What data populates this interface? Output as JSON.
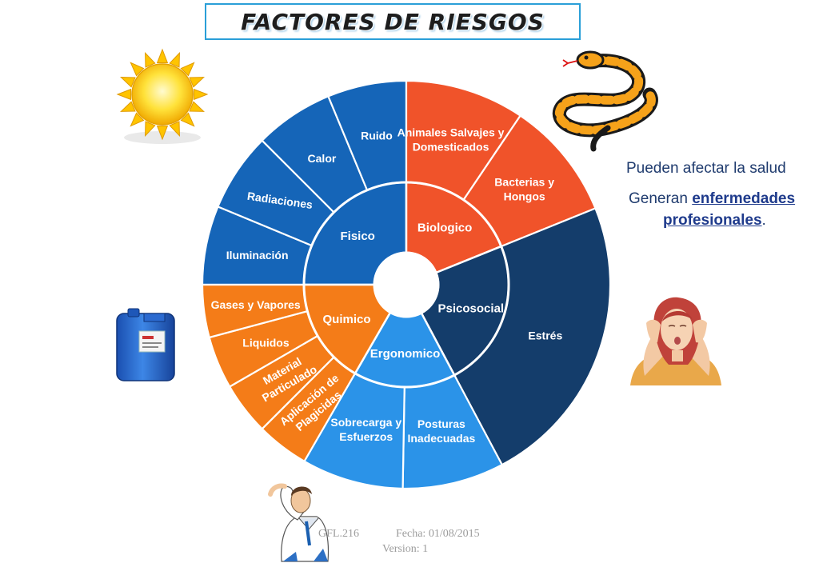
{
  "title": "FACTORES DE RIESGOS",
  "categories": [
    {
      "key": "fisico",
      "label": "Fisico",
      "color": "#1565b8",
      "items": [
        "Ruido",
        "Calor",
        "Radiaciones",
        "Iluminación"
      ]
    },
    {
      "key": "biologico",
      "label": "Biologico",
      "color": "#f0532a",
      "items": [
        "Animales Salvajes y Domesticados",
        "Bacterias y Hongos"
      ]
    },
    {
      "key": "psicosocial",
      "label": "Psicosocial",
      "color": "#143d6b",
      "items": [
        "Estrés"
      ]
    },
    {
      "key": "ergonomico",
      "label": "Ergonomico",
      "color": "#2b93e8",
      "items": [
        "Posturas Inadecuadas",
        "Sobrecarga y Esfuerzos"
      ]
    },
    {
      "key": "quimico",
      "label": "Quimico",
      "color": "#f47c18",
      "items": [
        "Aplicación de Plagicidas",
        "Material Particulado",
        "Liquidos",
        "Gases y Vapores"
      ]
    }
  ],
  "notes": {
    "line1": "Pueden afectar la  salud",
    "line2_prefix": "Generan ",
    "line2_emph": "enfermedades",
    "line3_emph": "profesionales",
    "line3_suffix": "."
  },
  "footer": {
    "code": "GFL.216",
    "date": "Fecha: 01/08/2015",
    "version": "Version: 1"
  },
  "icons": [
    "sun-icon",
    "snake-icon",
    "jerrycan-icon",
    "stressed-woman-icon",
    "tired-worker-icon"
  ]
}
